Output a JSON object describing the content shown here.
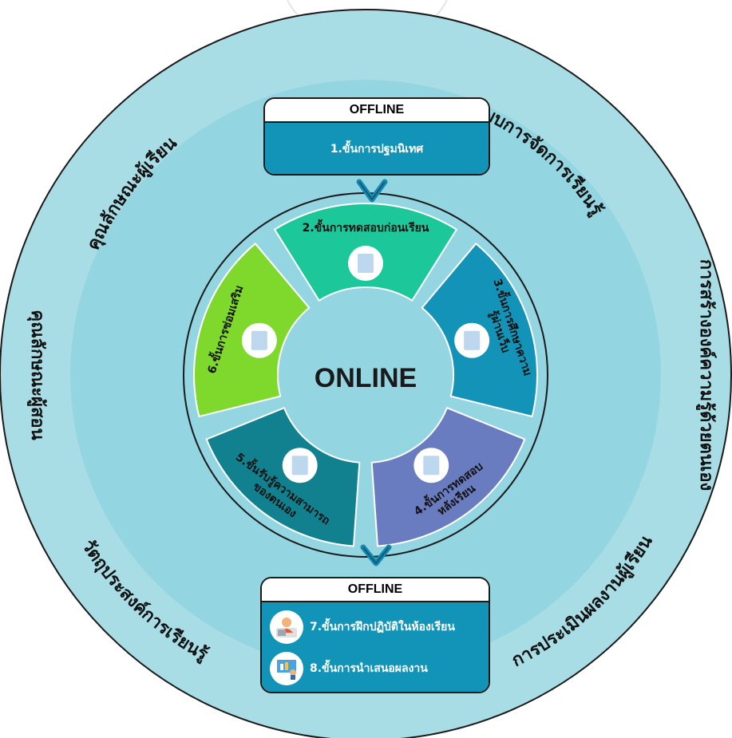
{
  "outer_ring": {
    "top": "ระบบการจัดการเรียนรู้",
    "top_left": "คุณลักษณะผู้เรียน",
    "left": "คุณลักษณะผู้สอน",
    "bottom_left": "วัตถุประสงค์การเรียนรู้",
    "bottom_right": "การประเมินผลงานผู้เรียน",
    "right": "การสร้างองค์ความรู้ด้วยตนเอง"
  },
  "top_box": {
    "header": "OFFLINE",
    "step1": "1.ขั้นการปฐมนิเทศ"
  },
  "center": {
    "title": "ONLINE"
  },
  "segments": {
    "s2": "2.ขั้นการทดสอบก่อนเรียน",
    "s3": [
      "3.ขั้นการศึกษาความ",
      "รู้ผ่านเว็บ"
    ],
    "s4": [
      "4.ขั้นการทดสอบ",
      "หลังเรียน"
    ],
    "s5": [
      "5.ขั้นรับรู้ความสามารถ",
      "ของตนเอง"
    ],
    "s6": "6.ขั้นการซ่อมเสริม"
  },
  "bottom_box": {
    "header": "OFFLINE",
    "step7": "7.ขั้นการฝึกปฏิบัติในห้องเรียน",
    "step8": "8.ขั้นการนำเสนอผลงาน"
  },
  "colors": {
    "outer_ring": "#a8dde6",
    "inner_ring": "#93d6e1",
    "online_circle": "#93d6e1",
    "seg2": "#1cc79a",
    "seg3": "#1493b8",
    "seg4": "#6a7cc0",
    "seg5": "#12818f",
    "seg6": "#7fd82c",
    "box_fill": "#1294b8",
    "chevron": "#1389b0"
  },
  "icons": [
    "clipboard-pencil-icon",
    "video-lesson-icon",
    "trophy-people-icon",
    "checklist-icon",
    "student-laptop-icon",
    "presentation-icon"
  ]
}
